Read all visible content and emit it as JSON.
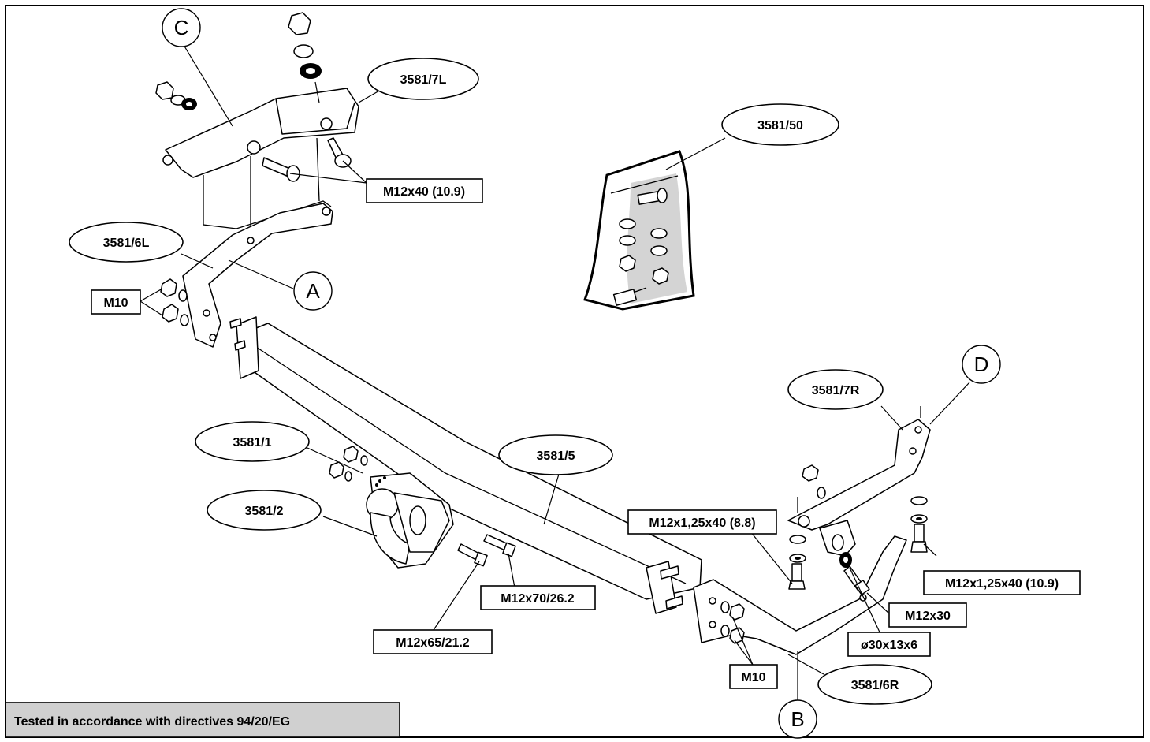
{
  "labels": {
    "part_3581_7L": "3581/7L",
    "part_3581_50": "3581/50",
    "part_3581_6L": "3581/6L",
    "part_3581_7R": "3581/7R",
    "part_3581_1": "3581/1",
    "part_3581_5": "3581/5",
    "part_3581_2": "3581/2",
    "part_3581_6R": "3581/6R",
    "bolt_m12x40": "M12x40 (10.9)",
    "nut_m10_left": "M10",
    "nut_m10_right": "M10",
    "bolt_m12x1_25x40_88": "M12x1,25x40 (8.8)",
    "bolt_m12x1_25x40_109": "M12x1,25x40 (10.9)",
    "bolt_m12x30": "M12x30",
    "washer_o30x13x6": "ø30x13x6",
    "bolt_m12x70": "M12x70/26.2",
    "bolt_m12x65": "M12x65/21.2",
    "point_a": "A",
    "point_b": "B",
    "point_c": "C",
    "point_d": "D"
  },
  "footer": {
    "text": "Tested in accordance with directives 94/20/EG"
  }
}
